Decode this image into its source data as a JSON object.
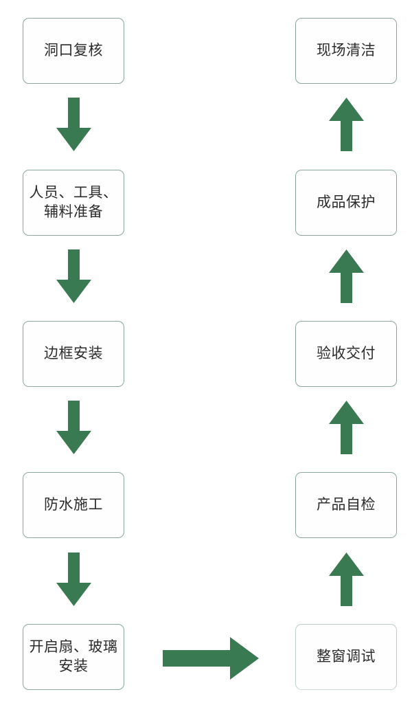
{
  "diagram": {
    "title": "",
    "type": "flowchart",
    "orientation": "two-column-serpentine",
    "colors": {
      "node_border": "#8ba79a",
      "node_fill": "#fefefe",
      "node_text": "#2b2b2b",
      "arrow": "#3a7a52",
      "background": "#ffffff"
    },
    "columns": {
      "left": {
        "flow_direction": "down",
        "nodes": [
          {
            "id": "n1",
            "label": "洞口复核",
            "step": 1
          },
          {
            "id": "n2",
            "label": "人员、工具、\n辅料准备",
            "step": 2
          },
          {
            "id": "n3",
            "label": "边框安装",
            "step": 3
          },
          {
            "id": "n4",
            "label": "防水施工",
            "step": 4
          },
          {
            "id": "n5",
            "label": "开启扇、玻璃\n安装",
            "step": 5
          }
        ]
      },
      "right": {
        "flow_direction": "up",
        "nodes": [
          {
            "id": "n10",
            "label": "现场清洁",
            "step": 10
          },
          {
            "id": "n9",
            "label": "成品保护",
            "step": 9
          },
          {
            "id": "n8",
            "label": "验收交付",
            "step": 8
          },
          {
            "id": "n7",
            "label": "产品自检",
            "step": 7
          },
          {
            "id": "n6",
            "label": "整窗调试",
            "step": 6
          }
        ]
      }
    },
    "connectors": [
      {
        "id": "a1",
        "from": "n1",
        "to": "n2",
        "direction": "down"
      },
      {
        "id": "a2",
        "from": "n2",
        "to": "n3",
        "direction": "down"
      },
      {
        "id": "a3",
        "from": "n3",
        "to": "n4",
        "direction": "down"
      },
      {
        "id": "a4",
        "from": "n4",
        "to": "n5",
        "direction": "down"
      },
      {
        "id": "a5",
        "from": "n5",
        "to": "n6",
        "direction": "right"
      },
      {
        "id": "a6",
        "from": "n6",
        "to": "n7",
        "direction": "up"
      },
      {
        "id": "a7",
        "from": "n7",
        "to": "n8",
        "direction": "up"
      },
      {
        "id": "a8",
        "from": "n8",
        "to": "n9",
        "direction": "up"
      },
      {
        "id": "a9",
        "from": "n9",
        "to": "n10",
        "direction": "up"
      }
    ]
  }
}
